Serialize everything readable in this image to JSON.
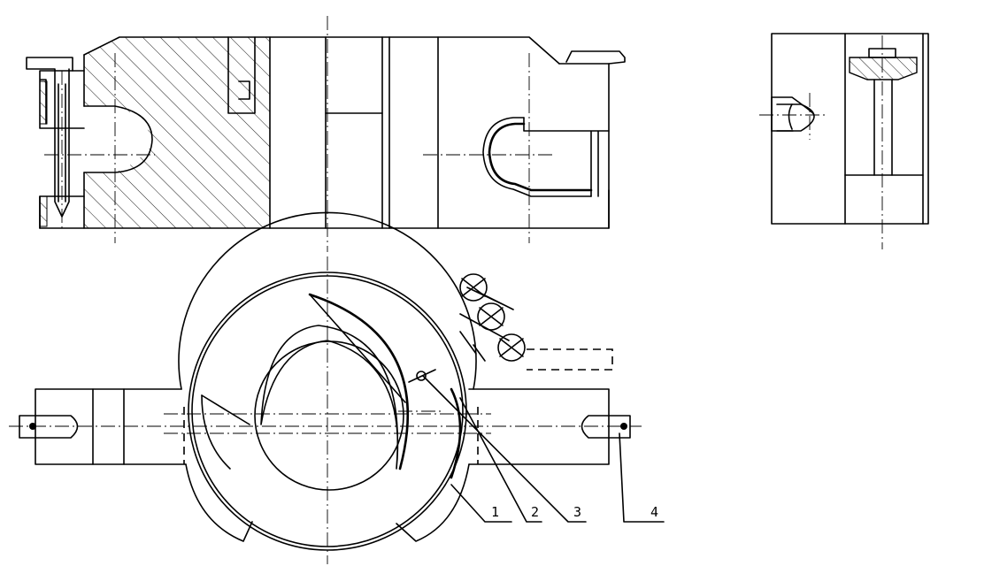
{
  "diagram": {
    "part_labels": [
      "1",
      "2",
      "3",
      "4"
    ],
    "stroke_color": "#000000",
    "background_color": "#ffffff"
  }
}
